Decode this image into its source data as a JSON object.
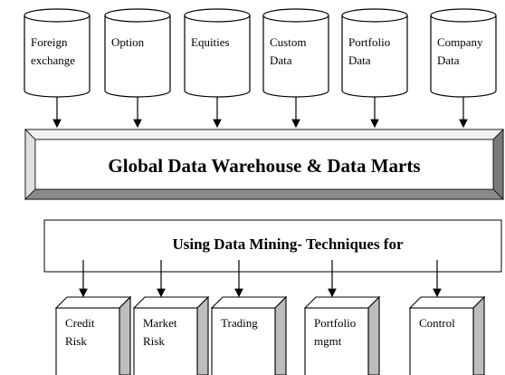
{
  "data_sources": [
    {
      "lines": [
        "Foreign",
        "exchange"
      ]
    },
    {
      "lines": [
        "Option"
      ]
    },
    {
      "lines": [
        "Equities"
      ]
    },
    {
      "lines": [
        "Custom",
        "Data"
      ]
    },
    {
      "lines": [
        "Portfolio",
        "Data"
      ]
    },
    {
      "lines": [
        "Company",
        "Data"
      ]
    }
  ],
  "warehouse": {
    "label": "Global Data Warehouse & Data Marts"
  },
  "mining": {
    "label": "Using Data Mining- Techniques for"
  },
  "techniques": [
    {
      "lines": [
        "Credit",
        "Risk"
      ]
    },
    {
      "lines": [
        "Market",
        "Risk"
      ]
    },
    {
      "lines": [
        "Trading"
      ]
    },
    {
      "lines": [
        "Portfolio",
        "mgmt"
      ]
    },
    {
      "lines": [
        "Control"
      ]
    }
  ],
  "colors": {
    "stroke": "#000000",
    "fill": "#ffffff",
    "bevel_light": "#e8e8e8",
    "bevel_dark": "#7a7a7a",
    "box_side": "#bdbdbd"
  }
}
